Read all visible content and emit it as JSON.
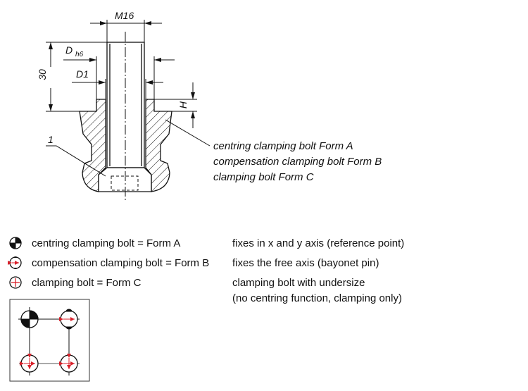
{
  "drawing": {
    "dimensions": {
      "thread": "M16",
      "length": "30",
      "diameter_tol": "D",
      "diameter_tol_sub": "h6",
      "inner_diameter": "D1",
      "height": "H"
    },
    "callout_number": "1",
    "callout_lines": [
      "centring clamping bolt Form A",
      "compensation clamping bolt Form B",
      "clamping bolt Form C"
    ]
  },
  "legend": [
    {
      "icon": "centring-symbol",
      "label": "centring clamping bolt = Form A",
      "description": "fixes in x and y axis (reference point)"
    },
    {
      "icon": "compensation-symbol",
      "label": "compensation clamping bolt = Form B",
      "description": "fixes the free axis (bayonet pin)"
    },
    {
      "icon": "clamping-symbol",
      "label": "clamping bolt = Form C",
      "description": "clamping bolt with undersize",
      "description2": "(no centring function, clamping only)"
    }
  ],
  "colors": {
    "arrow": "#d9202a",
    "line": "#111111"
  }
}
